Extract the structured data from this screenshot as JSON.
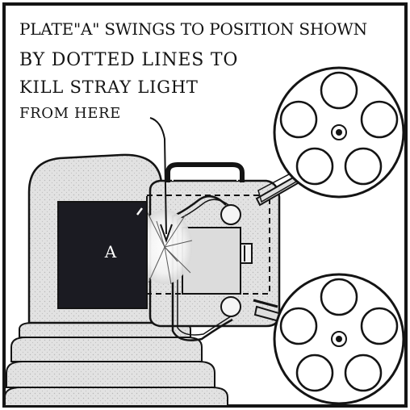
{
  "caption": {
    "line1": "PLATE\"A\" SWINGS TO POSITION SHOWN",
    "line2": "BY DOTTED LINES TO",
    "line3": "KILL STRAY LIGHT",
    "line4": "FROM HERE"
  },
  "plate": {
    "label": "A"
  },
  "colors": {
    "ink": "#141414",
    "body": "#e1e1e1",
    "shadow": "#c9c9c9",
    "plate": "#1b1b22",
    "paper": "#ffffff"
  }
}
